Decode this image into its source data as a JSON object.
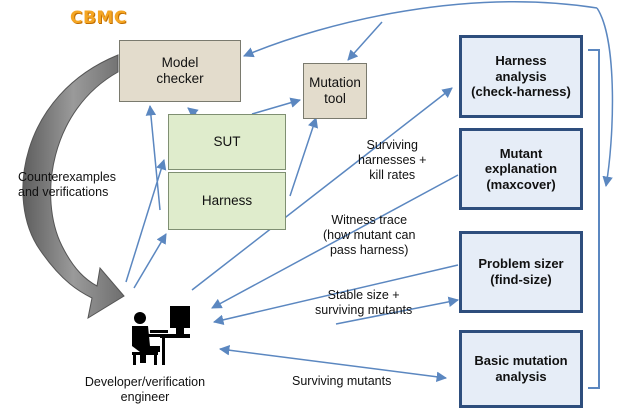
{
  "logo": {
    "text": "CBMC"
  },
  "nodes": {
    "model_checker": "Model\nchecker",
    "mutation_tool": "Mutation\ntool",
    "sut": "SUT",
    "harness": "Harness",
    "harness_analysis": "Harness\nanalysis\n(check-harness)",
    "mutant_explanation": "Mutant\nexplanation\n(maxcover)",
    "problem_sizer": "Problem sizer\n(find-size)",
    "basic_mutation": "Basic mutation\nanalysis",
    "developer": "Developer/verification\nengineer"
  },
  "edge_labels": {
    "counterexamples": "Counterexamples\nand verifications",
    "surviving_harnesses": "Surviving\nharnesses +\nkill rates",
    "witness_trace": "Witness  trace\n(how mutant can\npass harness)",
    "stable_size": "Stable size +\nsurviving mutants",
    "surviving_mutants": "Surviving mutants"
  },
  "colors": {
    "arrow_blue": "#5b87c0",
    "big_arrow": "#7f7f7f",
    "logo": "#f5a623",
    "box_tan": "#e3dccc",
    "box_green": "#dfeccc",
    "box_blue_border": "#2e4e7d"
  },
  "icons": {
    "developer": "person-at-computer-icon"
  }
}
